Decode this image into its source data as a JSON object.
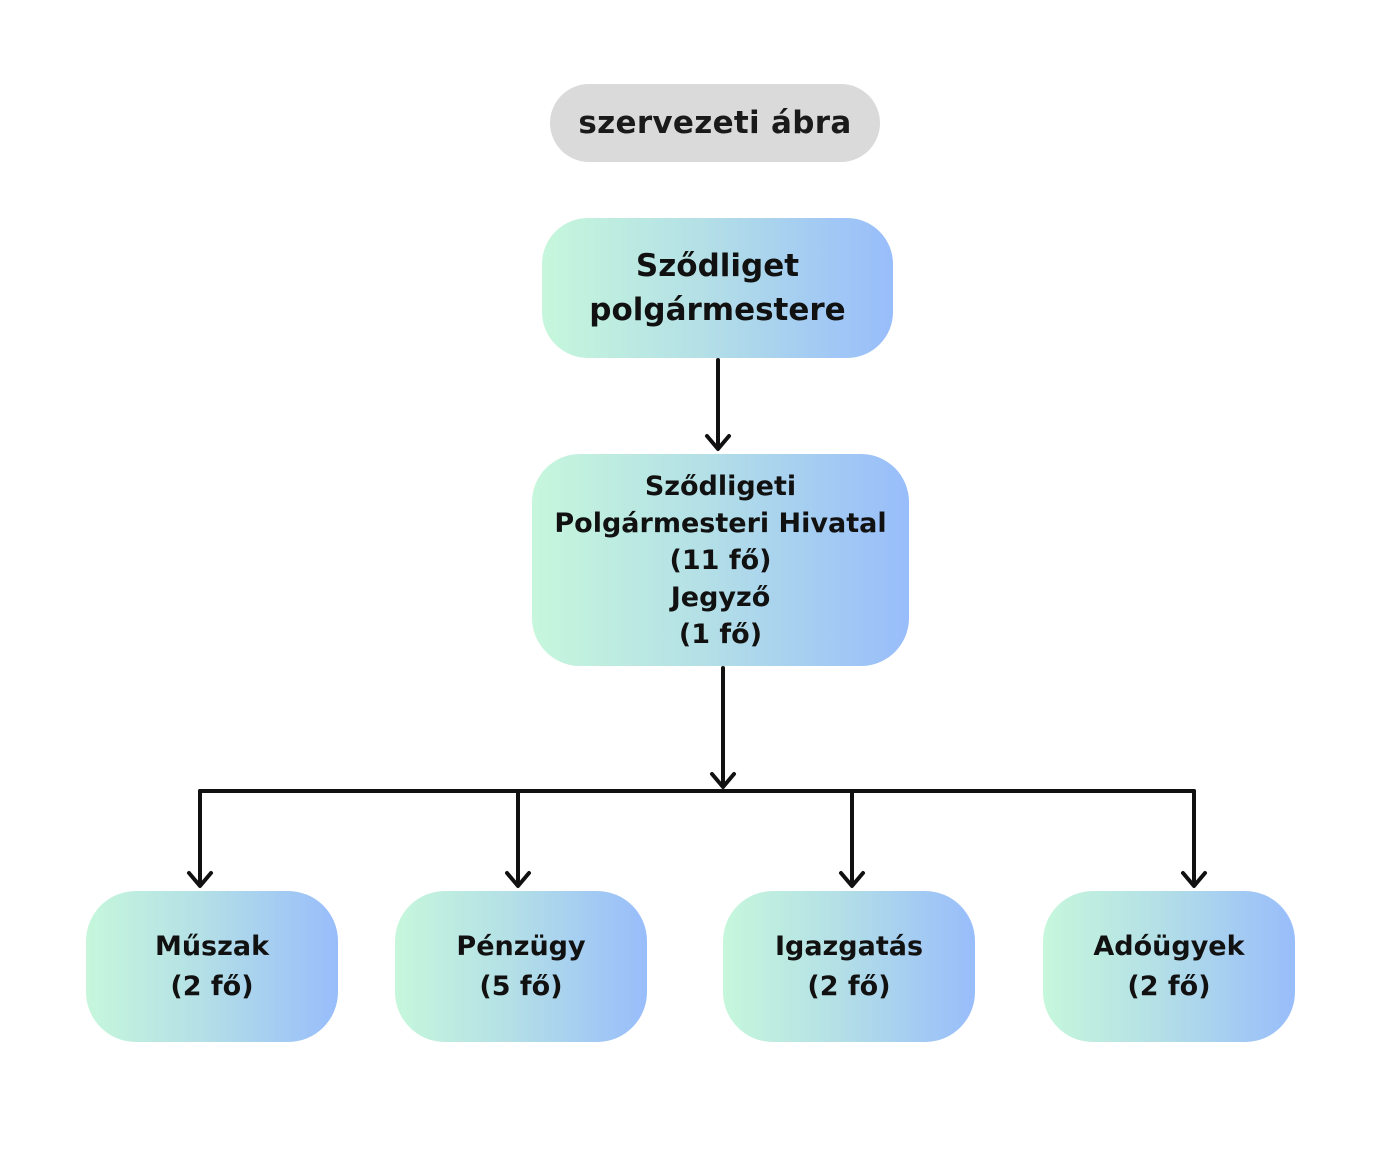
{
  "diagram": {
    "title": "szervezeti ábra",
    "nodes": {
      "mayor": {
        "lines": [
          "Sződliget",
          "polgármestere"
        ]
      },
      "office": {
        "lines": [
          "Sződligeti",
          "Polgármesteri Hivatal",
          "(11 fő)",
          "Jegyző",
          "(1 fő)"
        ]
      },
      "departments": [
        {
          "name": "Műszak",
          "staff": "(2 fő)"
        },
        {
          "name": "Pénzügy",
          "staff": "(5 fő)"
        },
        {
          "name": "Igazgatás",
          "staff": "(2 fő)"
        },
        {
          "name": "Adóügyek",
          "staff": "(2 fő)"
        }
      ]
    },
    "edges": [
      {
        "from": "mayor",
        "to": "office"
      },
      {
        "from": "office",
        "to": "departments.0"
      },
      {
        "from": "office",
        "to": "departments.1"
      },
      {
        "from": "office",
        "to": "departments.2"
      },
      {
        "from": "office",
        "to": "departments.3"
      }
    ],
    "colors": {
      "title_fill": "#dadada",
      "node_gradient_start": "#c6f7dc",
      "node_gradient_end": "#98bdfb",
      "connector": "#111111"
    }
  }
}
